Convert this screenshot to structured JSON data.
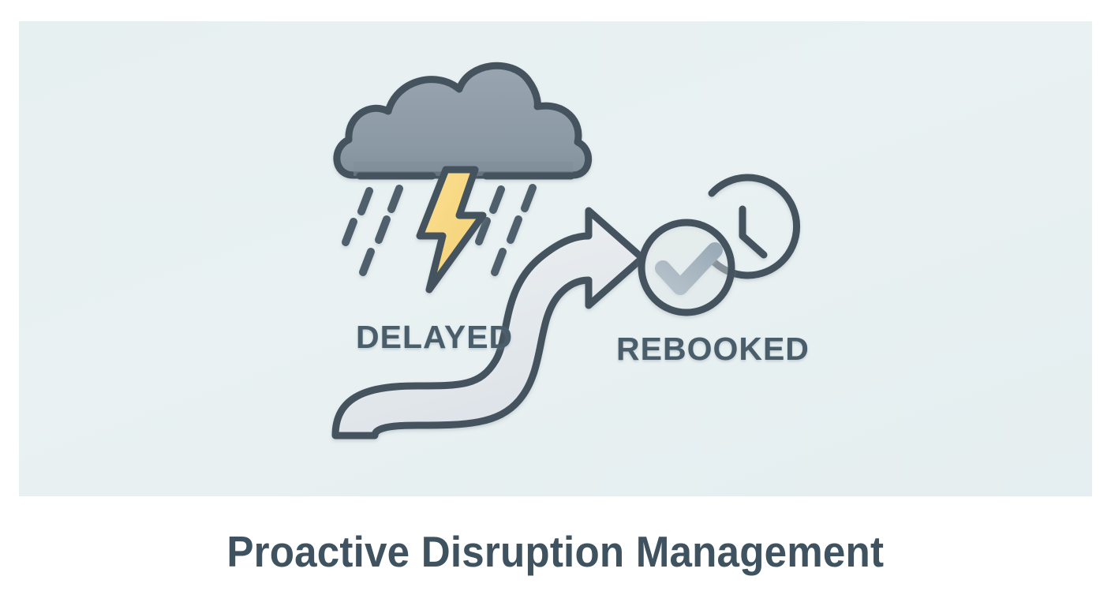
{
  "illustration": {
    "background_color": "#e8f0f1",
    "outline_color": "#44535f",
    "labels": {
      "delayed": "DELAYED",
      "rebooked": "REBOOKED"
    },
    "icons": {
      "storm_cloud": "storm-cloud-icon",
      "lightning_bolt": "lightning-bolt-icon",
      "rain_drops": "rain-drops-icon",
      "curved_arrow": "curved-arrow-icon",
      "check_circle": "check-circle-icon",
      "clock": "clock-icon"
    },
    "colors": {
      "cloud_fill": "#8e9ca8",
      "cloud_shadow": "#7d8b97",
      "bolt_fill": "#f7d87e",
      "arrow_fill": "#e2e7ea",
      "check_fill": "#a9b6bf",
      "label_text": "#4a5d6b"
    }
  },
  "caption": {
    "text": "Proactive Disruption Management",
    "color": "#3e5260"
  }
}
